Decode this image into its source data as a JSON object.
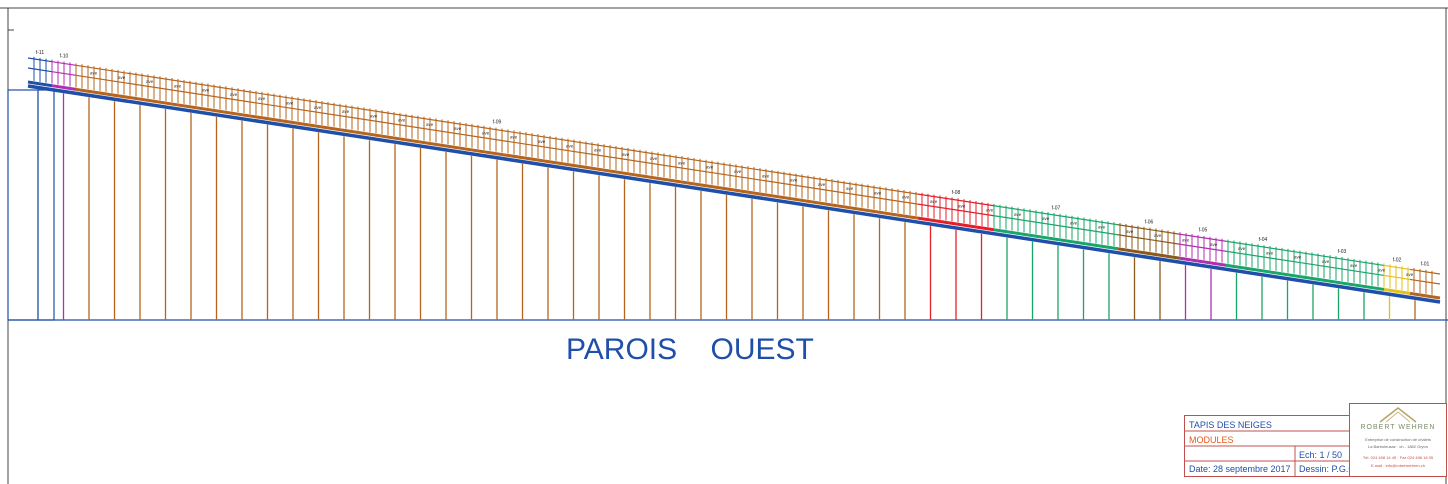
{
  "drawing": {
    "title_left": "PAROIS",
    "title_right": "OUEST",
    "rafter_label": "ave",
    "titleblock": {
      "project": "TAPIS DES NEIGES",
      "subject": "MODULES",
      "scale": "Ech: 1 / 50",
      "date": "Date: 28 septembre 2017",
      "drawn_by": "Dessin: P.G.G."
    },
    "company": {
      "brand": "ROBERT  WEHREN",
      "line1": "Entreprise de construction de chalets",
      "line2": "La Barboleusaz · ch - 1882 Gryon",
      "line3": "Tél. 024 498 14 45  ·  Fax 024 498 18 95",
      "line4": "E-mail : info@robertwehren.ch"
    },
    "colors": {
      "wood": "#b5651d",
      "blue": "#1f4fa8",
      "red": "#e3202a",
      "green": "#1aa56a",
      "purple": "#b02fb0",
      "brown": "#8a5a1a",
      "yellow": "#e2c11a"
    },
    "modules": [
      {
        "color": "blue",
        "label": "f-11"
      },
      {
        "color": "purple",
        "label": "f-10"
      },
      {
        "color": "wood",
        "label": "f-09"
      },
      {
        "color": "red",
        "label": "f-08"
      },
      {
        "color": "green",
        "label": "f-07"
      },
      {
        "color": "brown",
        "label": "f-06"
      },
      {
        "color": "purple",
        "label": "f-05"
      },
      {
        "color": "green",
        "label": "f-04"
      },
      {
        "color": "green",
        "label": "f-03"
      },
      {
        "color": "yellow",
        "label": "f-02"
      },
      {
        "color": "wood",
        "label": "f-01"
      }
    ]
  }
}
